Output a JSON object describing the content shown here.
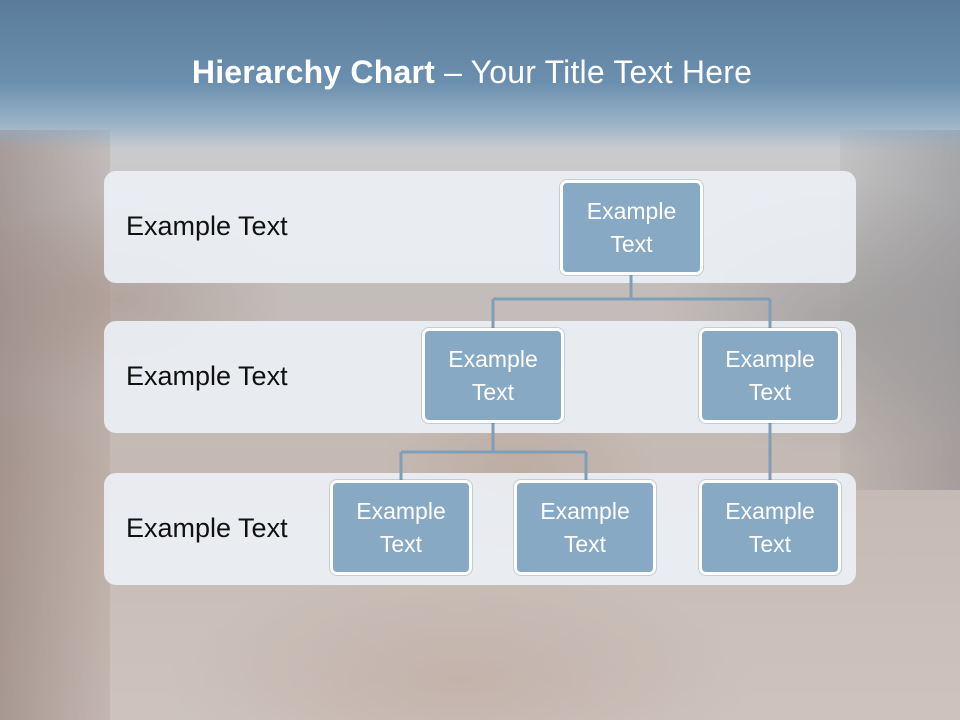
{
  "slide": {
    "title_bold": "Hierarchy Chart",
    "title_separator": " – ",
    "title_rest": "Your Title Text Here"
  },
  "bands": [
    {
      "label": "Example Text"
    },
    {
      "label": "Example Text"
    },
    {
      "label": "Example Text"
    }
  ],
  "nodes": {
    "top": "Example\nText",
    "mid_left": "Example\nText",
    "mid_right": "Example\nText",
    "bottom_1": "Example\nText",
    "bottom_2": "Example\nText",
    "bottom_3": "Example\nText"
  },
  "colors": {
    "node_fill": "#87a9c4",
    "connector": "#7f9fb8",
    "header": "#5a7c9a"
  }
}
